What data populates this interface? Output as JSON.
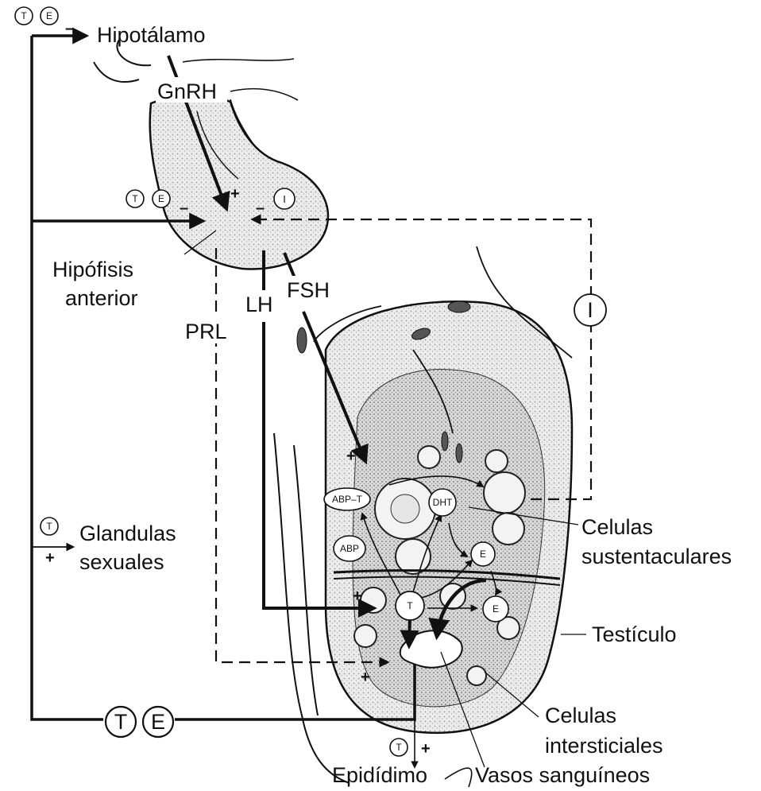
{
  "labels": {
    "hypothalamus": "Hipotálamo",
    "gnrh": "GnRH",
    "anterior_pituitary_line1": "Hipófisis",
    "anterior_pituitary_line2": "anterior",
    "prl": "PRL",
    "lh": "LH",
    "fsh": "FSH",
    "sex_glands_line1": "Glandulas",
    "sex_glands_line2": "sexuales",
    "sustentacular_line1": "Celulas",
    "sustentacular_line2": "sustentaculares",
    "testis": "Testículo",
    "interstitial_line1": "Celulas",
    "interstitial_line2": "intersticiales",
    "epididymis": "Epidídimo",
    "blood_vessels": "Vasos sanguíneos"
  },
  "hormone_symbols": {
    "testosterone": "T",
    "estrogen": "E",
    "inhibin": "I",
    "dht": "DHT",
    "abp": "ABP",
    "abp_t": "ABP–T"
  },
  "signs": {
    "plus": "+",
    "minus": "–"
  },
  "colors": {
    "ink": "#111111",
    "stipple": "#bdbdbd",
    "background": "#ffffff"
  }
}
